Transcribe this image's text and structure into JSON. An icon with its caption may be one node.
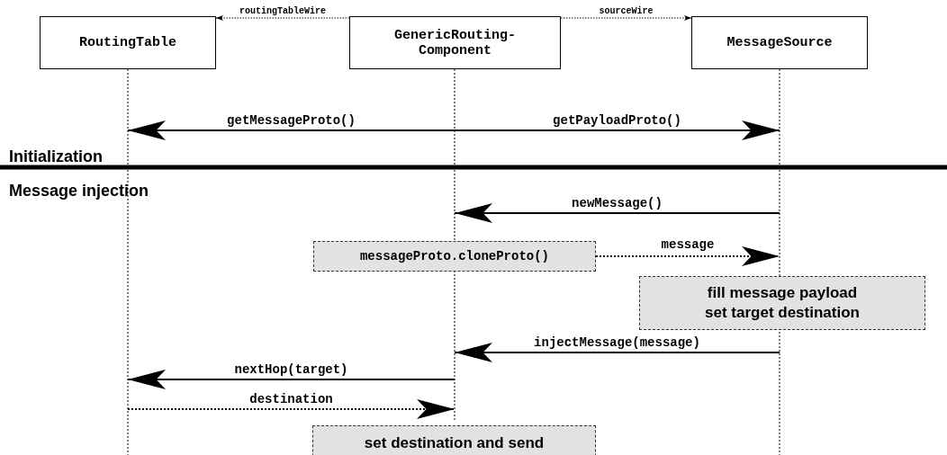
{
  "diagram": {
    "nodes": [
      {
        "text": [
          "RoutingTable"
        ]
      },
      {
        "text": [
          "GenericRouting- Component"
        ]
      },
      {
        "text": [
          "MessageSource"
        ]
      },
      {
        "text": [
          "messageProto.cloneProto()"
        ]
      },
      {
        "text": [
          "fill message payload set target destination"
        ]
      },
      {
        "text": [
          "set destination and send"
        ]
      },
      {
        "text": [],
        "shape": "line"
      },
      {
        "text": [],
        "shape": "line"
      },
      {
        "text": [],
        "shape": "line"
      }
    ],
    "edges": [
      {
        "from": 1,
        "to": 0,
        "arrow": "to",
        "label": "routingTableWire",
        "style": "dashed"
      },
      {
        "from": 1,
        "to": 2,
        "arrow": "to",
        "label": "sourceWire",
        "style": "dashed"
      },
      {
        "from": 7,
        "to": 6,
        "arrow": "to",
        "label": "getMessageProto()"
      },
      {
        "from": 7,
        "to": 8,
        "arrow": "to",
        "label": "getPayloadProto()"
      },
      {
        "from": 8,
        "to": 7,
        "arrow": "to",
        "label": "newMessage()"
      },
      {
        "from": 3,
        "to": 8,
        "arrow": "to",
        "label": "message",
        "style": "dashed"
      },
      {
        "from": 8,
        "to": 7,
        "arrow": "to",
        "label": "injectMessage(message)"
      },
      {
        "from": 7,
        "to": 6,
        "arrow": "to",
        "label": "nextHop(target)"
      },
      {
        "from": 6,
        "to": 7,
        "arrow": "to",
        "label": "destination",
        "style": "dashed"
      }
    ],
    "labels": [
      "Initialization",
      "Message injection"
    ]
  }
}
